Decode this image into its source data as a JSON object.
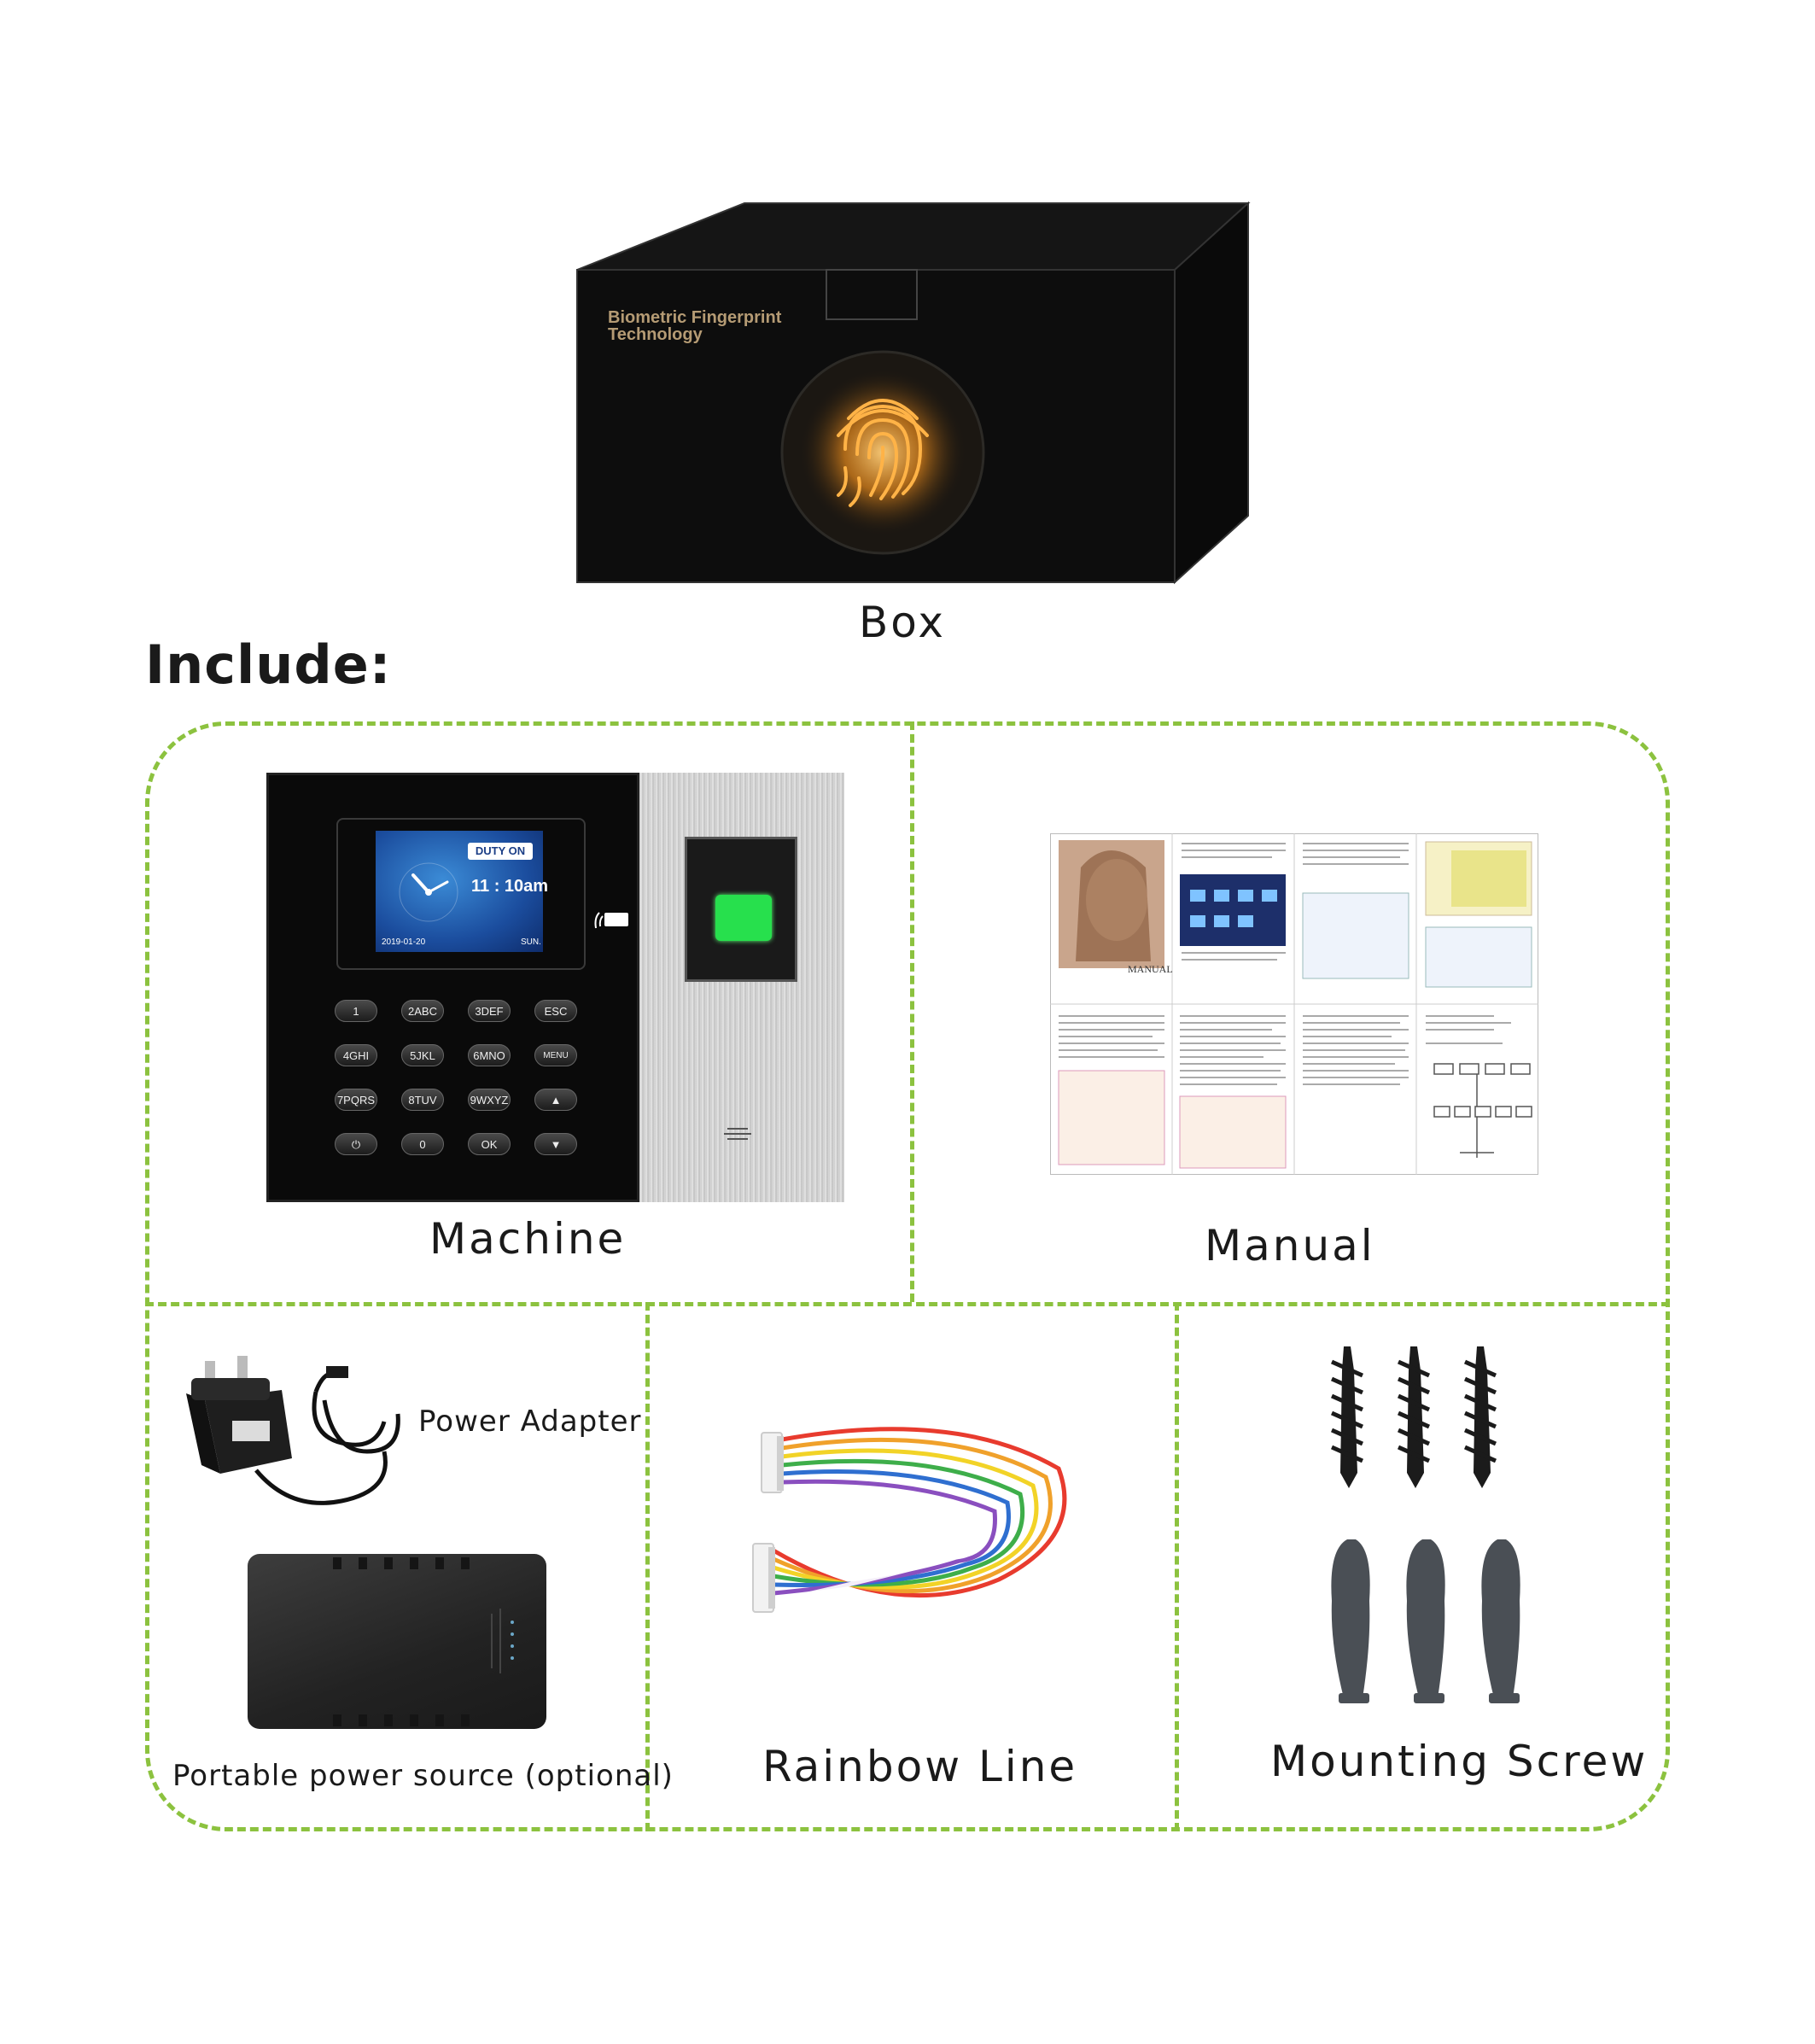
{
  "box": {
    "title_line1": "Biometric Fingerprint",
    "title_line2": "Technology",
    "label": "Box"
  },
  "include_heading": "Include:",
  "machine": {
    "label": "Machine",
    "screen": {
      "status": "DUTY ON",
      "time": "11 : 10am",
      "date": "2019-01-20",
      "day": "SUN."
    },
    "keys": [
      "1",
      "2ABC",
      "3DEF",
      "ESC",
      "4GHI",
      "5JKL",
      "6MNO",
      "MENU",
      "7PQRS",
      "8TUV",
      "9WXYZ",
      "▲",
      "⏻",
      "0",
      "OK",
      "▼"
    ]
  },
  "manual": {
    "label": "Manual",
    "cover_title": "MANUAL"
  },
  "power_adapter": {
    "label": "Power Adapter"
  },
  "portable_power": {
    "label": "Portable power source (optional)"
  },
  "rainbow_line": {
    "label": "Rainbow Line",
    "wire_colors": [
      "#e83b2e",
      "#f0a12b",
      "#f2d327",
      "#3eae4a",
      "#2f6fd0",
      "#8a4fbf",
      "#ffffff"
    ]
  },
  "mounting_screw": {
    "label": "Mounting Screw"
  },
  "colors": {
    "dash_green": "#8cc23f",
    "box_black": "#0d0d0d",
    "fingerprint_orange": "#f5a23a"
  }
}
